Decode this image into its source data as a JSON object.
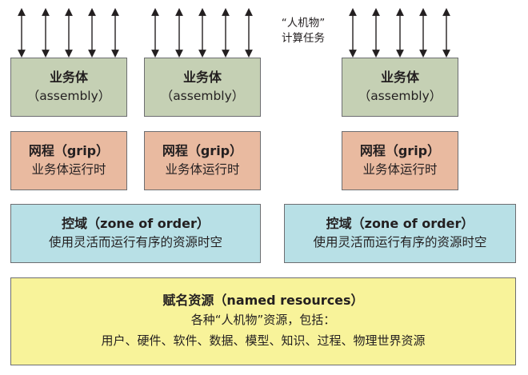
{
  "caption": {
    "line1": "“人机物”",
    "line2": "计算任务"
  },
  "assemblies": [
    {
      "title": "业务体",
      "subtitle": "（assembly）"
    },
    {
      "title": "业务体",
      "subtitle": "（assembly）"
    },
    {
      "title": "业务体",
      "subtitle": "（assembly）"
    }
  ],
  "grips": [
    {
      "title": "网程（grip）",
      "subtitle": "业务体运行时"
    },
    {
      "title": "网程（grip）",
      "subtitle": "业务体运行时"
    },
    {
      "title": "网程（grip）",
      "subtitle": "业务体运行时"
    }
  ],
  "zones": [
    {
      "title": "控域（zone of order）",
      "subtitle": "使用灵活而运行有序的资源时空"
    },
    {
      "title": "控域（zone of order）",
      "subtitle": "使用灵活而运行有序的资源时空"
    }
  ],
  "named_resources": {
    "title": "赋名资源（named resources）",
    "line2": "各种“人机物”资源，包括：",
    "line3": "用户、硬件、软件、数据、模型、知识、过程、物理世界资源"
  },
  "colors": {
    "assembly_fill": "#c5d0b4",
    "grip_fill": "#e9baa0",
    "zone_fill": "#b8e0e6",
    "named_fill": "#f8f39a",
    "border": "#6d6e71",
    "arrow": "#231f20"
  }
}
